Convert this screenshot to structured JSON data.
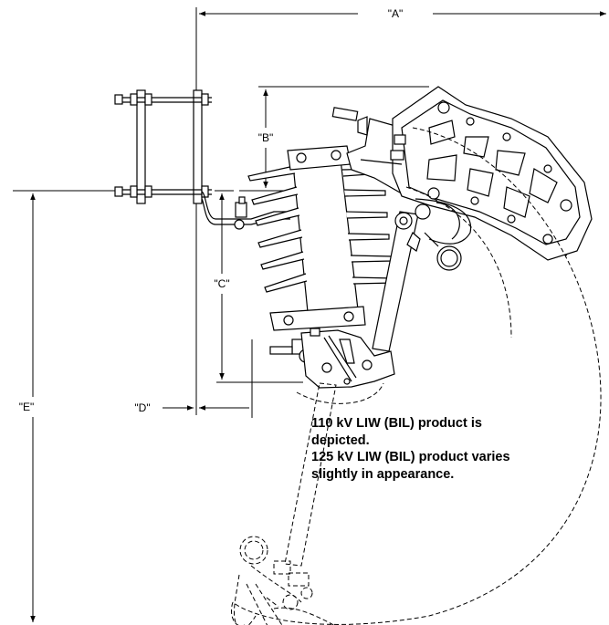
{
  "dimensions": {
    "a": "\"A\"",
    "b": "\"B\"",
    "c": "\"C\"",
    "d": "\"D\"",
    "e": "\"E\""
  },
  "note": {
    "line1": "110 kV LIW (BIL) product is",
    "line2": "depicted.",
    "line3": "125 kV LIW (BIL) product varies",
    "line4": "slightly in appearance."
  }
}
